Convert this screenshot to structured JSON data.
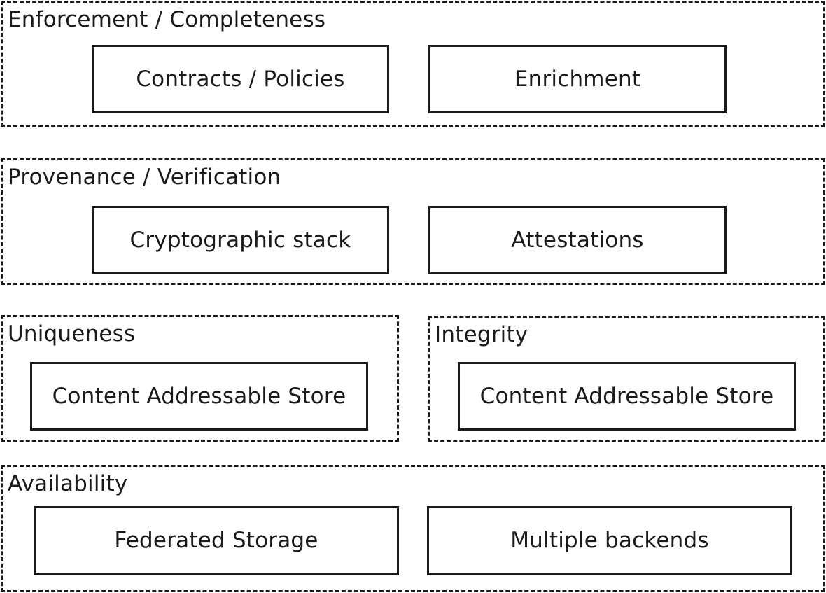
{
  "groups": [
    {
      "label": "Enforcement / Completeness",
      "boxes": [
        "Contracts / Policies",
        "Enrichment"
      ]
    },
    {
      "label": "Provenance / Verification",
      "boxes": [
        "Cryptographic stack",
        "Attestations"
      ]
    },
    {
      "label": "Uniqueness",
      "boxes": [
        "Content Addressable Store"
      ]
    },
    {
      "label": "Integrity",
      "boxes": [
        "Content Addressable Store"
      ]
    },
    {
      "label": "Availability",
      "boxes": [
        "Federated Storage",
        "Multiple backends"
      ]
    }
  ]
}
